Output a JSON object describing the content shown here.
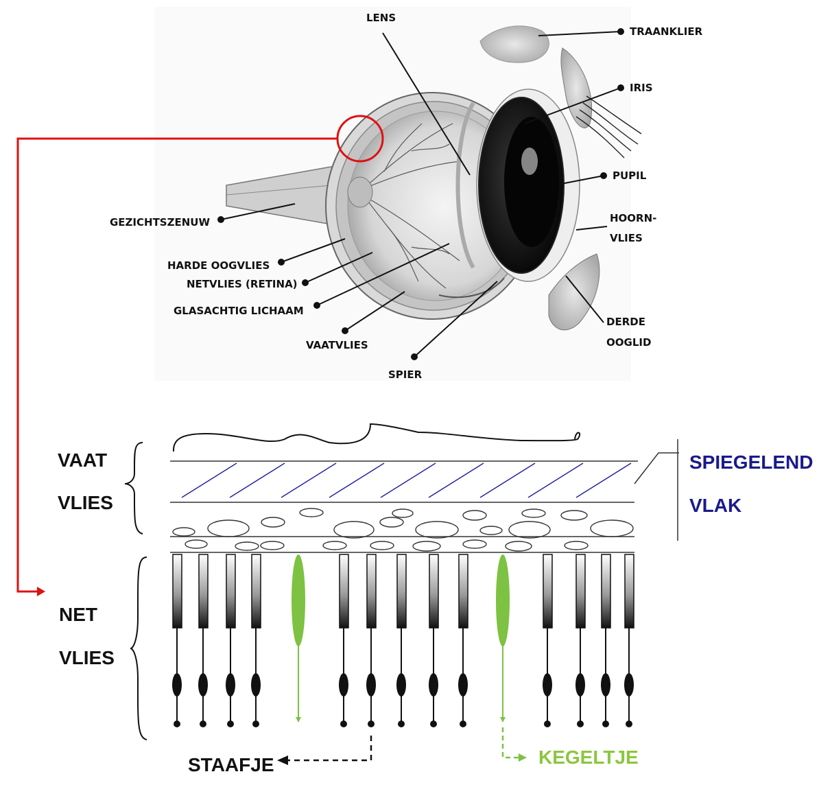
{
  "eye_labels": {
    "lens": "LENS",
    "traanklier": "TRAANKLIER",
    "iris": "IRIS",
    "pupil": "PUPIL",
    "hoornvlies_1": "HOORN-",
    "hoornvlies_2": "VLIES",
    "derde_ooglid_1": "DERDE",
    "derde_ooglid_2": "OOGLID",
    "gezichtszenuw": "GEZICHTSZENUW",
    "harde_oogvlies": "HARDE OOGVLIES",
    "netvlies_retina": "NETVLIES (RETINA)",
    "glasachtig_lichaam": "GLASACHTIG LICHAAM",
    "vaatvlies": "VAATVLIES",
    "spier": "SPIER"
  },
  "layer_labels": {
    "vaat": "VAAT",
    "vlies_top": "VLIES",
    "net": "NET",
    "vlies_bottom": "VLIES",
    "spiegelend": "SPIEGELEND",
    "vlak": "VLAK",
    "staafje": "STAAFJE",
    "kegeltje": "KEGELTJE"
  },
  "colors": {
    "highlight": "#e11010",
    "cone": "#7dc242",
    "kegeltje_text": "#8cc63f",
    "spiegelend_text": "#1a1a8c",
    "hatch": "#22229a",
    "ink": "#111111"
  }
}
